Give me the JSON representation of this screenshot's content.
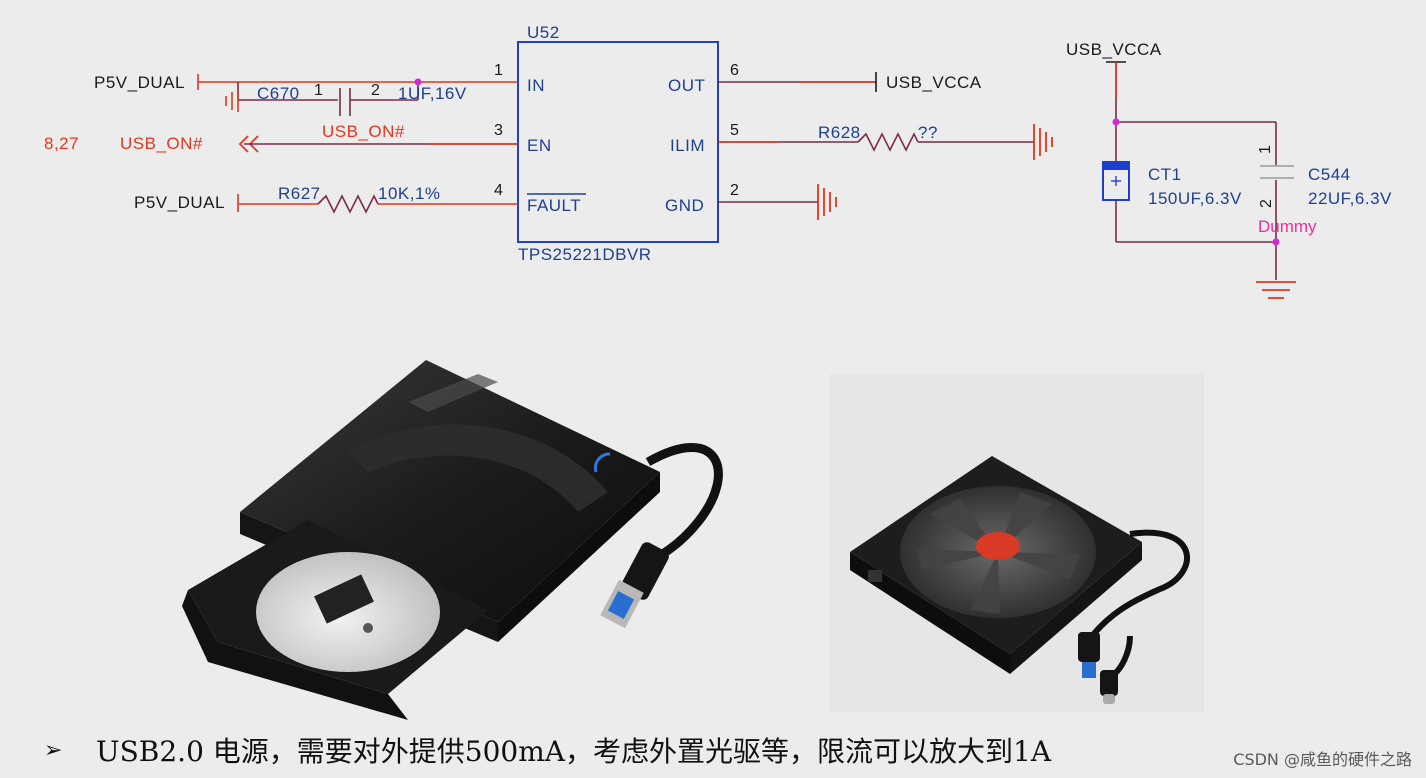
{
  "schematic": {
    "ic": {
      "ref": "U52",
      "part": "TPS25221DBVR",
      "pins": [
        {
          "num": "1",
          "name": "IN"
        },
        {
          "num": "3",
          "name": "EN"
        },
        {
          "num": "4",
          "name": "FAULT"
        },
        {
          "num": "6",
          "name": "OUT"
        },
        {
          "num": "5",
          "name": "ILIM"
        },
        {
          "num": "2",
          "name": "GND"
        }
      ]
    },
    "nets": {
      "p5v_dual_1": "P5V_DUAL",
      "p5v_dual_2": "P5V_DUAL",
      "usb_on_port": "USB_ON#",
      "usb_on_wire": "USB_ON#",
      "usb_on_sheets": "8,27",
      "usb_vcca_out": "USB_VCCA",
      "usb_vcca_top": "USB_VCCA"
    },
    "components": {
      "c670": {
        "ref": "C670",
        "pin1": "1",
        "pin2": "2",
        "value": "1UF,16V"
      },
      "r627": {
        "ref": "R627",
        "value": "10K,1%"
      },
      "r628": {
        "ref": "R628",
        "value": "??"
      },
      "ct1": {
        "ref": "CT1",
        "value": "150UF,6.3V",
        "polarity": "+"
      },
      "c544": {
        "ref": "C544",
        "value": "22UF,6.3V",
        "pin1": "1",
        "pin2": "2",
        "note": "Dummy"
      }
    }
  },
  "photos": {
    "left_icon": "usb-external-optical-drive-open-tray",
    "right_icon": "usb-external-optical-drive-with-dual-connector"
  },
  "bullet": {
    "marker": "➢",
    "text": "USB2.0 电源，需要对外提供500mA，考虑外置光驱等，限流可以放大到1A"
  },
  "watermark": "CSDN @咸鱼的硬件之路",
  "colors": {
    "wire": "#7a2a4a",
    "red_wire": "#e8341c",
    "ic_outline": "#1f3fcf",
    "junction": "#d02ad0"
  }
}
